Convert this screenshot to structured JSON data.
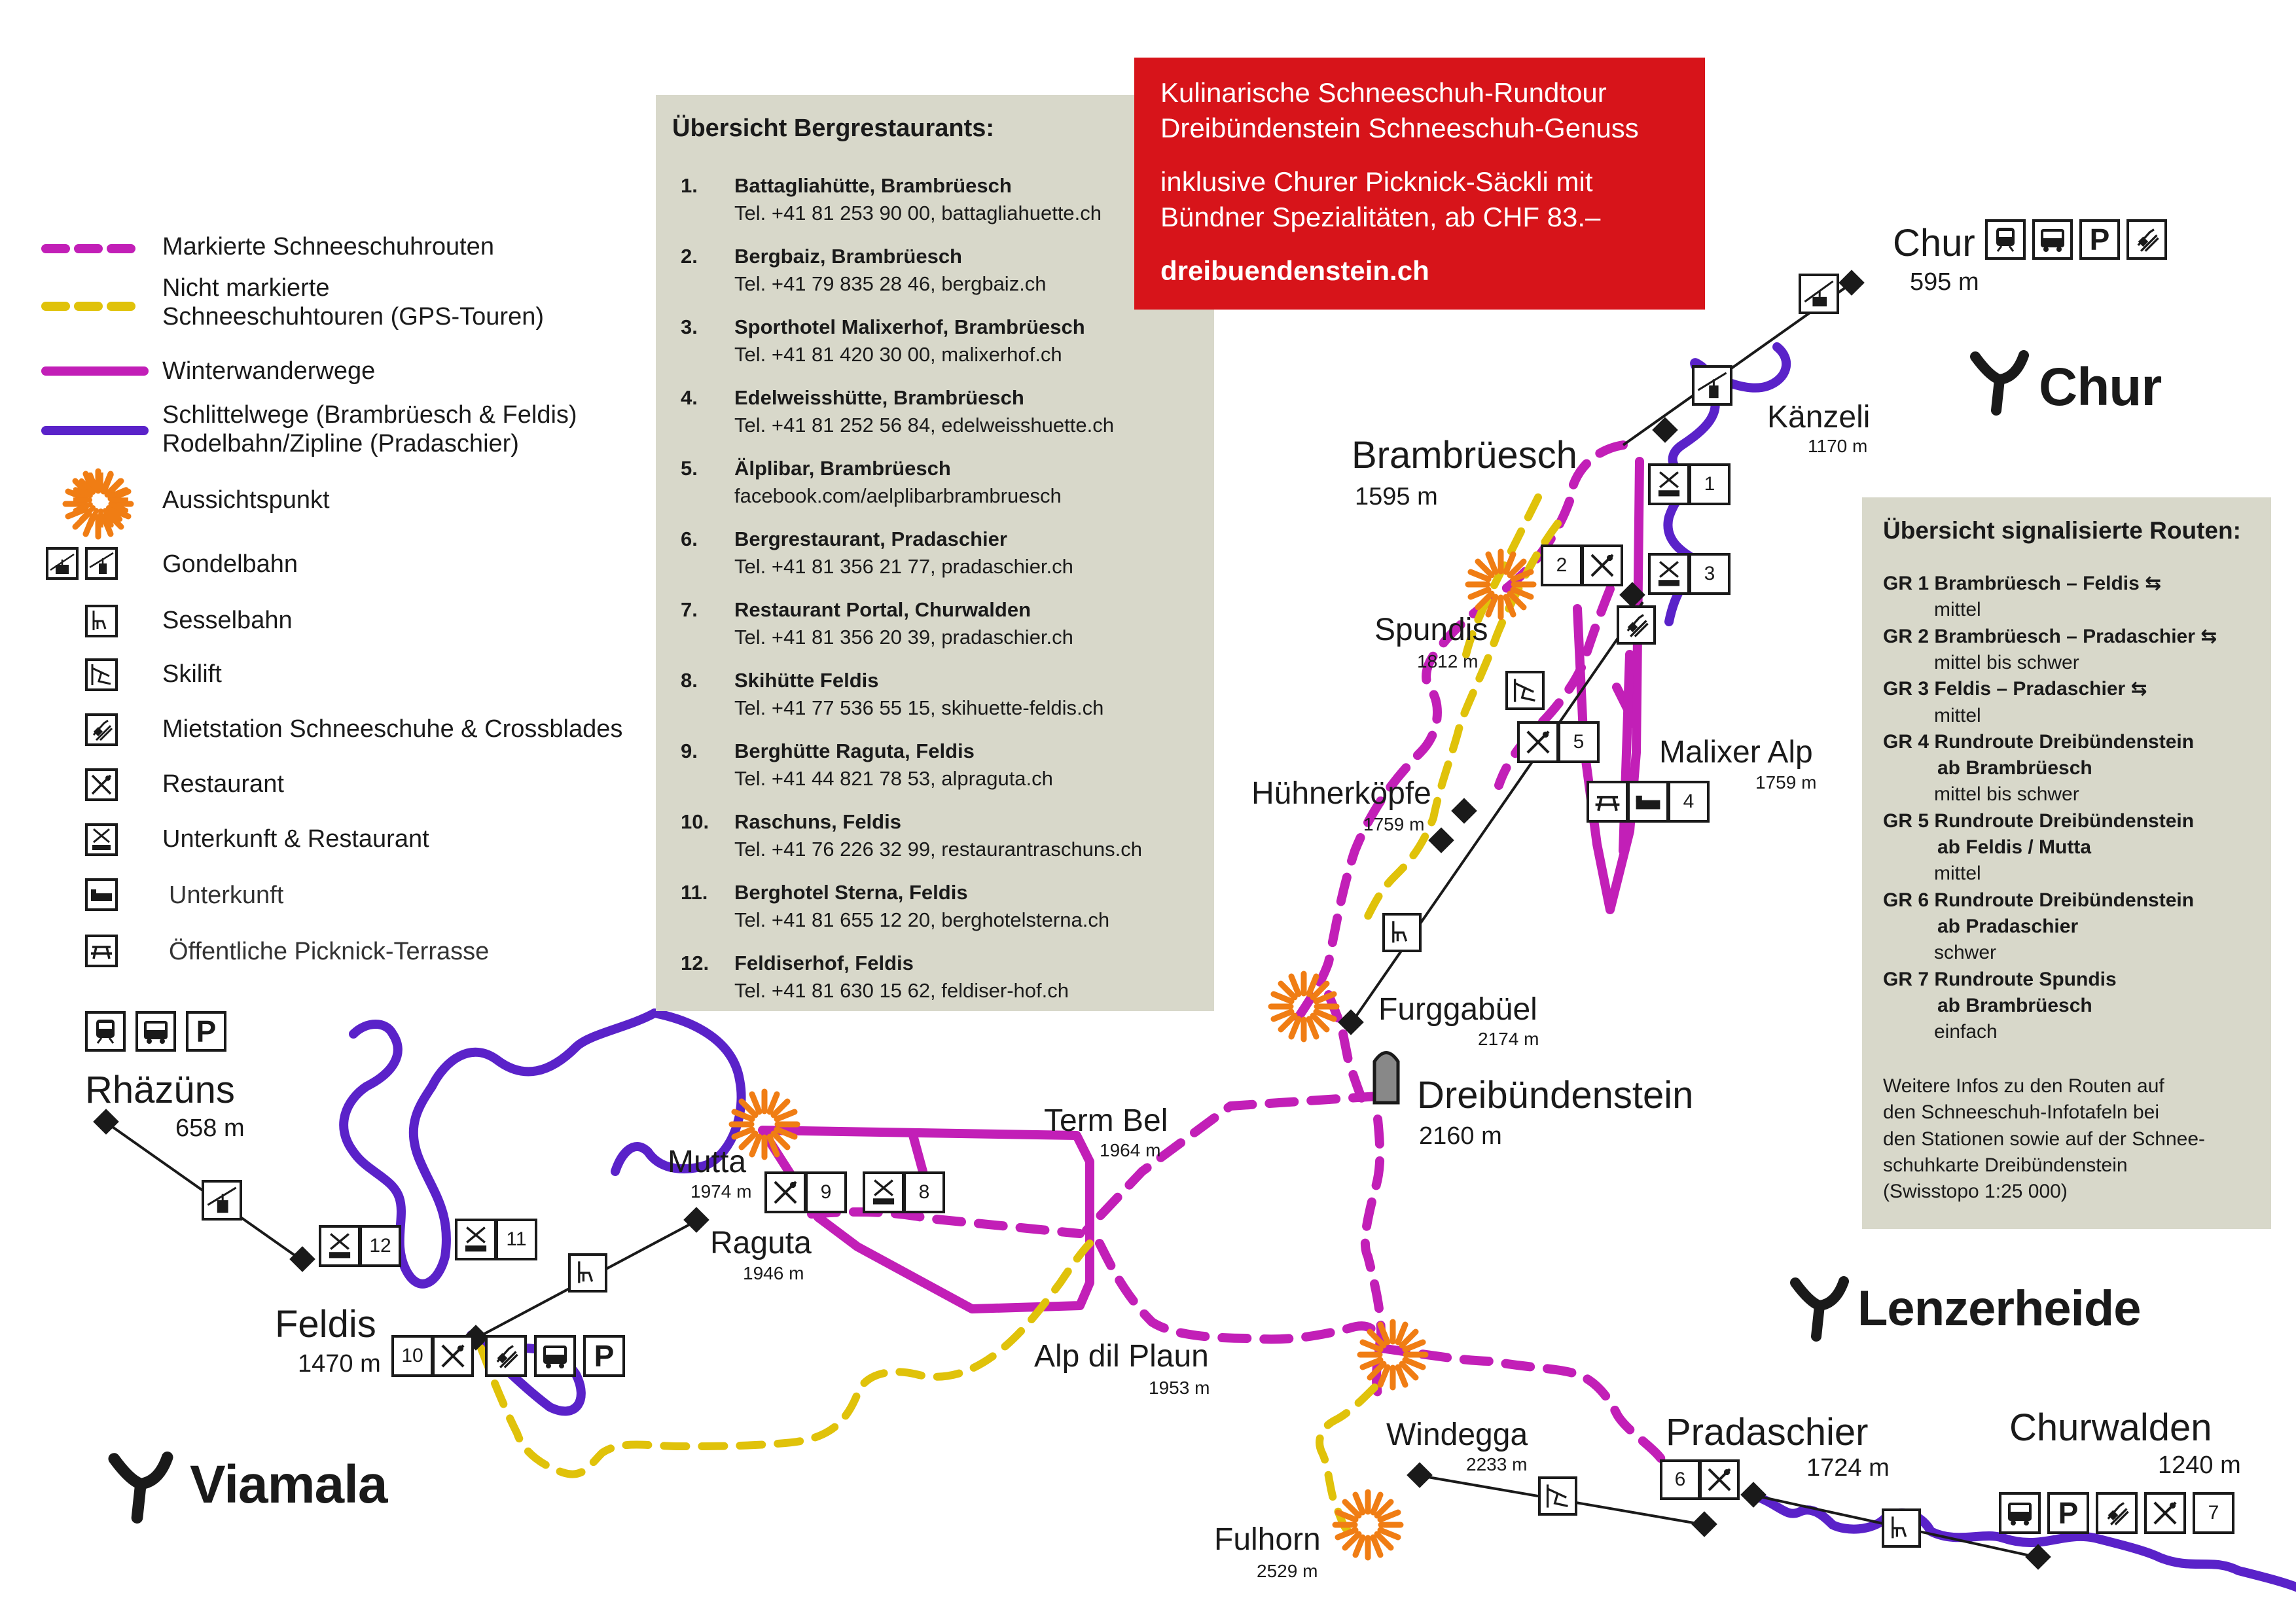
{
  "legend": {
    "items": [
      {
        "label": "Markierte Schneeschuhrouten"
      },
      {
        "label": "Nicht markierte\nSchneeschuhtouren (GPS-Touren)"
      },
      {
        "label": "Winterwanderwege"
      },
      {
        "label": "Schlittelwege (Brambrüesch & Feldis)\nRodelbahn/Zipline (Pradaschier)"
      },
      {
        "label": "Aussichtspunkt"
      },
      {
        "label": "Gondelbahn"
      },
      {
        "label": "Sesselbahn"
      },
      {
        "label": "Skilift"
      },
      {
        "label": "Mietstation Schneeschuhe & Crossblades"
      },
      {
        "label": "Restaurant"
      },
      {
        "label": "Unterkunft & Restaurant"
      },
      {
        "label": "Unterkunft"
      },
      {
        "label": "Öffentliche Picknick-Terrasse"
      }
    ]
  },
  "colors": {
    "marked_route": "#c21fb7",
    "unmarked_route": "#e0c20a",
    "winter_path": "#c21fb7",
    "sled_path": "#5a22c9",
    "viewpoint": "#f07d14",
    "panel_bg": "#d8d8ca",
    "promo_bg": "#d7141a"
  },
  "restaurants": {
    "title": "Übersicht Bergrestaurants:",
    "items": [
      {
        "num": "1.",
        "name": "Battagliahütte, Brambrüesch",
        "contact": "Tel. +41 81 253 90 00, battagliahuette.ch"
      },
      {
        "num": "2.",
        "name": "Bergbaiz, Brambrüesch",
        "contact": "Tel. +41 79 835 28 46, bergbaiz.ch"
      },
      {
        "num": "3.",
        "name": "Sporthotel Malixerhof, Brambrüesch",
        "contact": "Tel. +41 81 420 30 00, malixerhof.ch"
      },
      {
        "num": "4.",
        "name": "Edelweisshütte, Brambrüesch",
        "contact": "Tel. +41 81 252 56 84, edelweisshuette.ch"
      },
      {
        "num": "5.",
        "name": "Älplibar, Brambrüesch",
        "contact": "facebook.com/aelplibarbrambruesch"
      },
      {
        "num": "6.",
        "name": "Bergrestaurant, Pradaschier",
        "contact": "Tel. +41 81 356 21 77, pradaschier.ch"
      },
      {
        "num": "7.",
        "name": "Restaurant Portal, Churwalden",
        "contact": "Tel. +41 81 356 20 39, pradaschier.ch"
      },
      {
        "num": "8.",
        "name": "Skihütte Feldis",
        "contact": "Tel. +41 77 536 55 15, skihuette-feldis.ch"
      },
      {
        "num": "9.",
        "name": "Berghütte Raguta, Feldis",
        "contact": "Tel. +41 44 821 78 53, alpraguta.ch"
      },
      {
        "num": "10.",
        "name": "Raschuns, Feldis",
        "contact": "Tel. +41 76 226 32 99, restaurantraschuns.ch"
      },
      {
        "num": "11.",
        "name": "Berghotel Sterna, Feldis",
        "contact": "Tel. +41 81 655 12 20, berghotelsterna.ch"
      },
      {
        "num": "12.",
        "name": "Feldiserhof, Feldis",
        "contact": "Tel. +41 81 630 15 62, feldiser-hof.ch"
      }
    ]
  },
  "promo": {
    "line1": "Kulinarische Schneeschuh-Rundtour",
    "line2": "Dreibündenstein Schneeschuh-Genuss",
    "line3": "inklusive Churer Picknick-Säckli mit",
    "line4": "Bündner Spezialitäten, ab CHF 83.–",
    "url": "dreibuendenstein.ch"
  },
  "routes": {
    "title": "Übersicht signalisierte Routen:",
    "lines": [
      {
        "code": "GR 1",
        "text": "Brambrüesch – Feldis ⇆",
        "indent": false,
        "bold": true
      },
      {
        "text": "mittel",
        "indent": true,
        "bold": false
      },
      {
        "code": "GR 2",
        "text": "Brambrüesch – Pradaschier ⇆",
        "indent": false,
        "bold": true
      },
      {
        "text": "mittel bis schwer",
        "indent": true,
        "bold": false
      },
      {
        "code": "GR 3",
        "text": "Feldis – Pradaschier ⇆",
        "indent": false,
        "bold": true
      },
      {
        "text": "mittel",
        "indent": true,
        "bold": false
      },
      {
        "code": "GR 4",
        "text": "Rundroute Dreibündenstein",
        "indent": false,
        "bold": true
      },
      {
        "text": "ab Brambrüesch",
        "indent": true,
        "bold": true
      },
      {
        "text": "mittel bis schwer",
        "indent": true,
        "bold": false
      },
      {
        "code": "GR 5",
        "text": "Rundroute Dreibündenstein",
        "indent": false,
        "bold": true
      },
      {
        "text": "ab Feldis / Mutta",
        "indent": true,
        "bold": true
      },
      {
        "text": "mittel",
        "indent": true,
        "bold": false
      },
      {
        "code": "GR 6",
        "text": "Rundroute Dreibündenstein",
        "indent": false,
        "bold": true
      },
      {
        "text": "ab Pradaschier",
        "indent": true,
        "bold": true
      },
      {
        "text": "schwer",
        "indent": true,
        "bold": false
      },
      {
        "code": "GR 7",
        "text": "Rundroute Spundis",
        "indent": false,
        "bold": true
      },
      {
        "text": "ab Brambrüesch",
        "indent": true,
        "bold": true
      },
      {
        "text": "einfach",
        "indent": true,
        "bold": false
      }
    ],
    "footer": [
      "Weitere Infos zu den Routen auf",
      "den Schneeschuh-Infotafeln bei",
      "den Stationen sowie auf der Schnee-",
      "schuhkarte Dreibündenstein",
      "(Swisstopo 1:25 000)"
    ]
  },
  "places": {
    "chur": {
      "name": "Chur",
      "elev": "595 m"
    },
    "kaenzeli": {
      "name": "Känzeli",
      "elev": "1170 m"
    },
    "brambruesch": {
      "name": "Brambrüesch",
      "elev": "1595 m"
    },
    "spundis": {
      "name": "Spundis",
      "elev": "1812 m"
    },
    "malixer": {
      "name": "Malixer Alp",
      "elev": "1759 m"
    },
    "huehner": {
      "name": "Hühnerköpfe",
      "elev": "1759 m"
    },
    "furgga": {
      "name": "Furggabüel",
      "elev": "2174 m"
    },
    "dreibuenden": {
      "name": "Dreibündenstein",
      "elev": "2160 m"
    },
    "rhaezuens": {
      "name": "Rhäzüns",
      "elev": "658 m"
    },
    "termbel": {
      "name": "Term Bel",
      "elev": "1964 m"
    },
    "mutta": {
      "name": "Mutta",
      "elev": "1974 m"
    },
    "raguta": {
      "name": "Raguta",
      "elev": "1946 m"
    },
    "feldis": {
      "name": "Feldis",
      "elev": "1470 m"
    },
    "alpdilplaun": {
      "name": "Alp dil Plaun",
      "elev": "1953 m"
    },
    "windegga": {
      "name": "Windegga",
      "elev": "2233 m"
    },
    "pradaschier": {
      "name": "Pradaschier",
      "elev": "1724 m"
    },
    "churwalden": {
      "name": "Churwalden",
      "elev": "1240 m"
    },
    "fulhorn": {
      "name": "Fulhorn",
      "elev": "2529 m"
    }
  },
  "brands": {
    "chur": "Chur",
    "lenzerheide": "Lenzerheide",
    "viamala": "Viamala"
  },
  "numbers": {
    "n1": "1",
    "n2": "2",
    "n3": "3",
    "n4": "4",
    "n5": "5",
    "n6": "6",
    "n7": "7",
    "n8": "8",
    "n9": "9",
    "n10": "10",
    "n11": "11",
    "n12": "12"
  },
  "parking_letter": "P"
}
